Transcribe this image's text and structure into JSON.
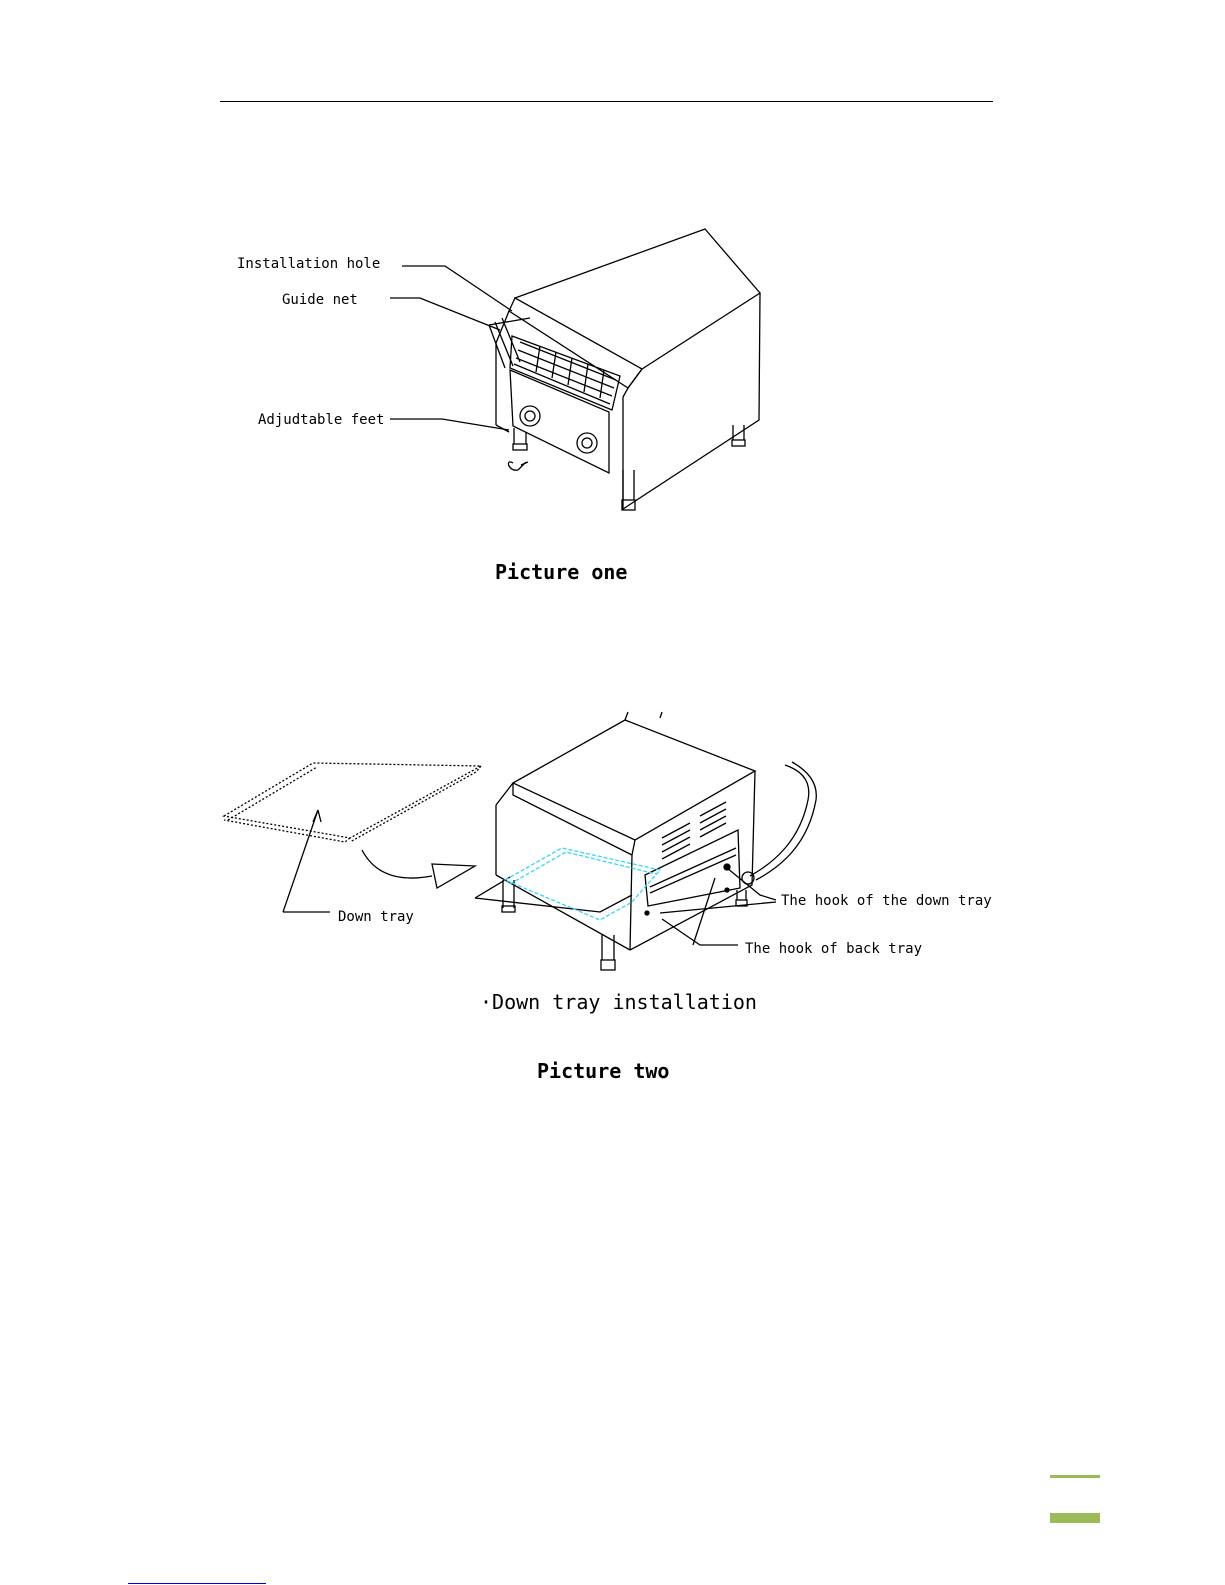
{
  "figure1": {
    "labels": {
      "installation_hole": "Installation hole",
      "guide_net": "Guide net",
      "adjustable_feet": "Adjudtable feet"
    },
    "caption": "Picture one"
  },
  "figure2": {
    "labels": {
      "down_tray": "Down  tray",
      "hook_down_tray": "The hook of the down  tray",
      "hook_back_tray": "The hook of back tray"
    },
    "subcaption": "·Down tray installation",
    "caption": "Picture two"
  },
  "colors": {
    "accent_green": "#9bbb59",
    "tray_cyan": "#33d6ff",
    "link_blue": "#0000ee"
  }
}
